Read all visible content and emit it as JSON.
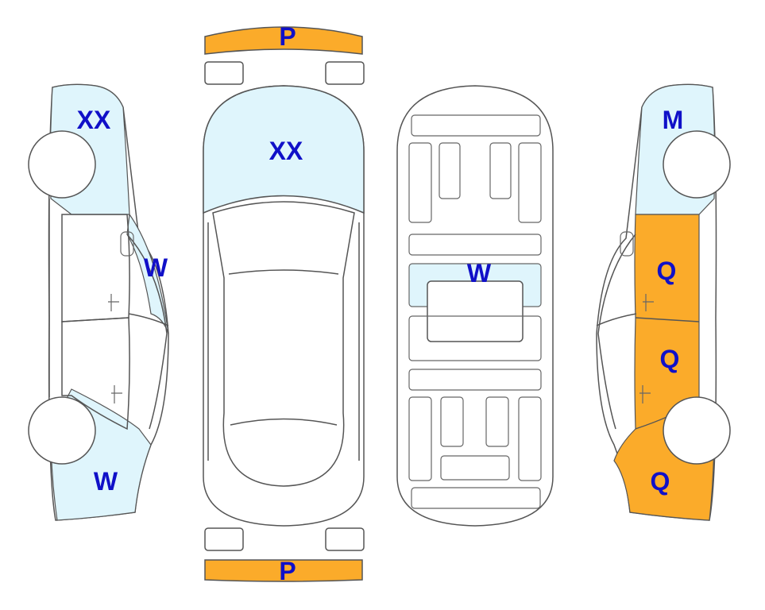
{
  "colors": {
    "light_zone": "#dff5fc",
    "orange_zone": "#fbab2a",
    "label": "#1010c8",
    "outline": "#555555"
  },
  "views": {
    "left_side": {
      "front_zone_label": "XX",
      "windshield_label": "W",
      "rear_zone_label": "W"
    },
    "top": {
      "front_bumper_label": "P",
      "hood_label": "XX",
      "rear_bumper_label": "P"
    },
    "interior": {
      "windshield_label": "W"
    },
    "right_side": {
      "front_zone_label": "M",
      "front_door_label": "Q",
      "rear_door_label": "Q",
      "rear_zone_label": "Q"
    }
  }
}
